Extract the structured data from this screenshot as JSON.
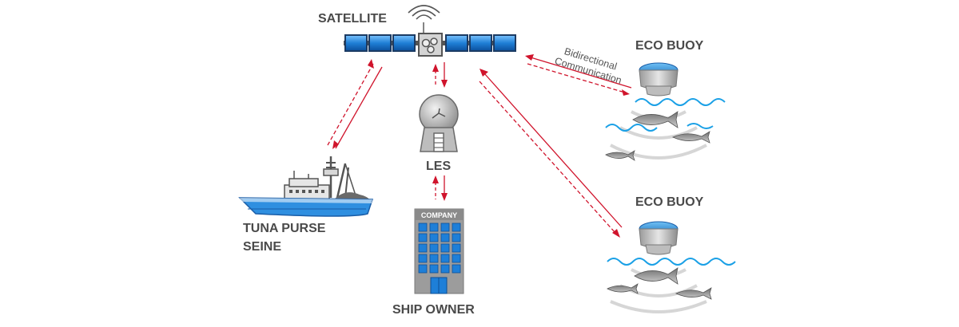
{
  "labels": {
    "satellite": "SATELLITE",
    "les": "LES",
    "company": "COMPANY",
    "ship_owner": "SHIP OWNER",
    "vessel_line1": "TUNA PURSE",
    "vessel_line2": "SEINE",
    "buoy_top": "ECO BUOY",
    "buoy_bottom": "ECO BUOY",
    "comm_line1": "Bidirectional",
    "comm_line2": "Communication"
  },
  "colors": {
    "arrow": "#d0142c",
    "panel": "#1f7fd6",
    "panel_dark": "#1c3b63",
    "building": "#9a9a9a",
    "window": "#1e7fd8",
    "wave": "#1aa0e6",
    "hull": "#2f8fe0",
    "gray": "#a5a5a5",
    "text": "#4a4a4a"
  },
  "icons": [
    "satellite-icon",
    "antenna-icon",
    "ground-station-icon",
    "building-icon",
    "ship-icon",
    "buoy-icon",
    "fish-icon",
    "wave-icon"
  ]
}
